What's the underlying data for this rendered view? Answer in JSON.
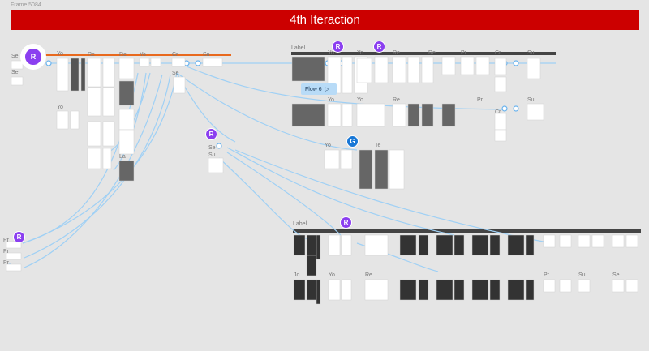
{
  "frame": {
    "label": "Frame 5084"
  },
  "banner": {
    "title": "4th Iteraction"
  },
  "labels": {
    "label_top": "Label",
    "label_bottom": "Label",
    "s1": "Se",
    "s2": "Se",
    "yo1": "Yo",
    "yo2": "Yo",
    "re1": "Re",
    "re2": "Re",
    "la": "La",
    "yo3": "Yo",
    "cr": "Cr",
    "se3": "Se",
    "su1": "Su",
    "yo4": "Yo",
    "yo5": "Yo",
    "re3": "Re",
    "re4": "Re",
    "pr1": "Pr",
    "cr2": "Cr",
    "su2": "Su",
    "yo6": "Yo",
    "yo7": "Yo",
    "re5": "Re",
    "pr2": "Pr",
    "cr3": "Cr",
    "su3": "Su",
    "yo8": "Yo",
    "te": "Te",
    "se4": "Se",
    "su4": "Su",
    "p1": "Pr",
    "p2": "Pr",
    "p3": "Pr",
    "jo": "Jo",
    "yo9": "Yo",
    "re6": "Re",
    "pr3": "Pr",
    "su5": "Su",
    "se5": "Se"
  },
  "flow": {
    "label": "Flow 6"
  },
  "avatars": [
    "R",
    "R",
    "R",
    "R",
    "R",
    "R",
    "G"
  ],
  "colors": {
    "banner": "#cc0000",
    "connector": "#9fd0f5",
    "avatar": "#8b3ff0",
    "avatar_g": "#1877d6",
    "orange_bar": "#e8691e"
  }
}
